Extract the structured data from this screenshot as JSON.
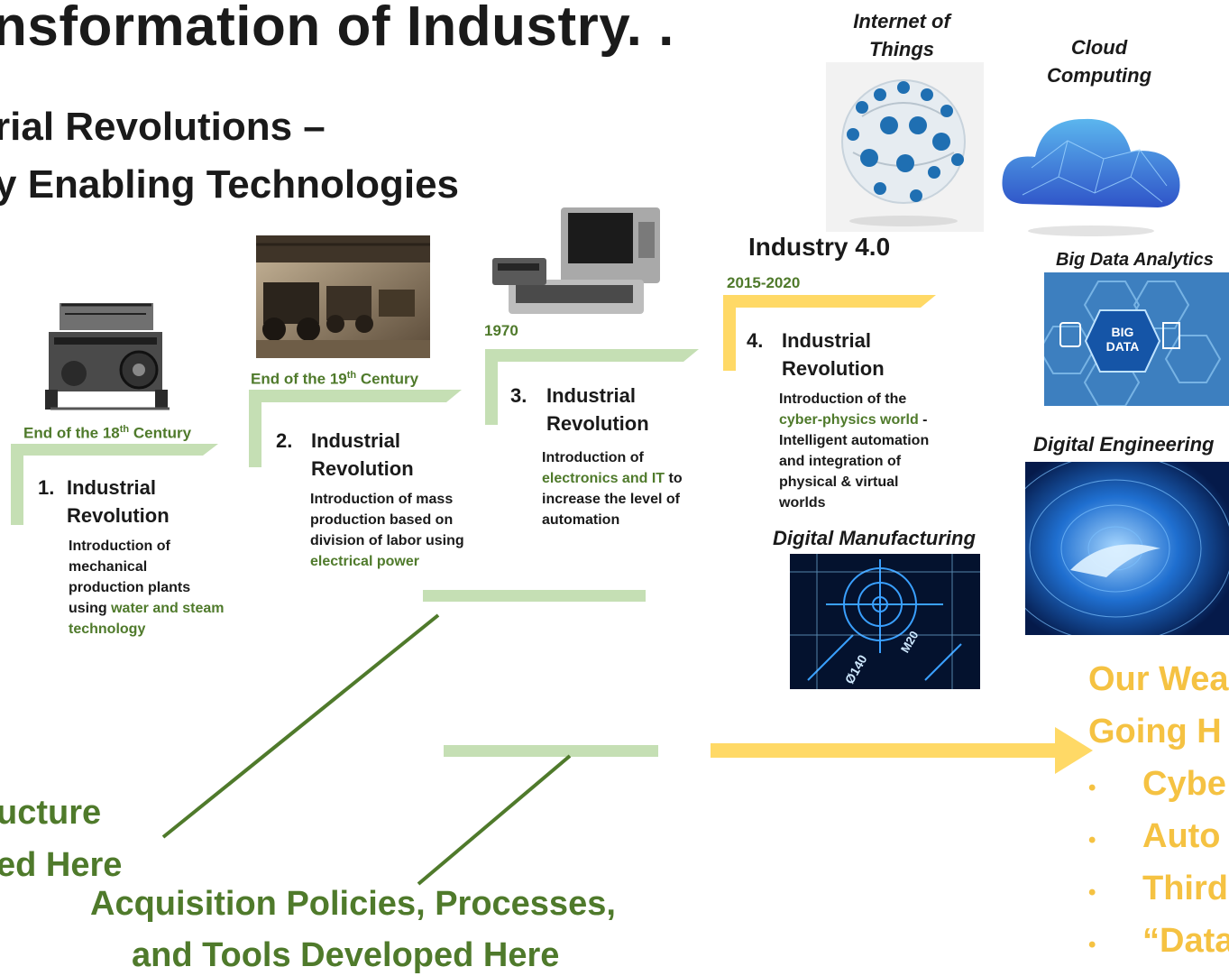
{
  "title": "nsformation of Industry. .",
  "subtitle_line1": "rial Revolutions –",
  "subtitle_line2": "y Enabling Technologies",
  "industry40_label": "Industry 4.0",
  "steps": [
    {
      "date_pre": "End of the 18",
      "date_sup": "th",
      "date_post": " Century",
      "num": "1.",
      "title1": "Industrial",
      "title2": "Revolution",
      "d1": "Introduction of",
      "d2": "mechanical",
      "d3": "production plants",
      "d4a": "using ",
      "d4b": "water and steam",
      "d5": "technology"
    },
    {
      "date_pre": "End of the 19",
      "date_sup": "th",
      "date_post": " Century",
      "num": "2.",
      "title1": "Industrial",
      "title2": "Revolution",
      "d1": "Introduction of mass",
      "d2": "production based on",
      "d3": "division of labor using",
      "d4": "electrical power"
    },
    {
      "date": "1970",
      "num": "3.",
      "title1": "Industrial",
      "title2": "Revolution",
      "d1": "Introduction of",
      "d2a": "electronics and IT",
      "d2b": " to",
      "d3": "increase the level of",
      "d4": "automation"
    },
    {
      "date": "2015-2020",
      "num": "4.",
      "title1": "Industrial",
      "title2": "Revolution",
      "d1": "Introduction of the",
      "d2a": "cyber-physics world",
      "d2b": " -",
      "d3": "Intelligent automation",
      "d4": "and integration of",
      "d5": "physical &  virtual",
      "d6": "worlds"
    }
  ],
  "captions": {
    "iot_1": "Internet of",
    "iot_2": "Things",
    "cloud_1": "Cloud",
    "cloud_2": "Computing",
    "bigdata": "Big Data Analytics",
    "bigdata_badge_1": "BIG",
    "bigdata_badge_2": "DATA",
    "digeng": "Digital Engineering",
    "digmfg": "Digital Manufacturing",
    "mfg_text_1": "M20",
    "mfg_text_2": "Ø140"
  },
  "bottom": {
    "left_1": "ucture",
    "left_2": "ed Here",
    "center_1": "Acquisition Policies, Processes,",
    "center_2": "and Tools Developed Here",
    "right_1": "Our Wea",
    "right_2": "Going H",
    "bullets": [
      "Cybe",
      "Auto",
      "Third",
      "“Data"
    ]
  },
  "colors": {
    "green": "#4f7a2b",
    "light_green": "#c5dfb4",
    "gold": "#f5c242",
    "dark": "#1a1a1a"
  }
}
